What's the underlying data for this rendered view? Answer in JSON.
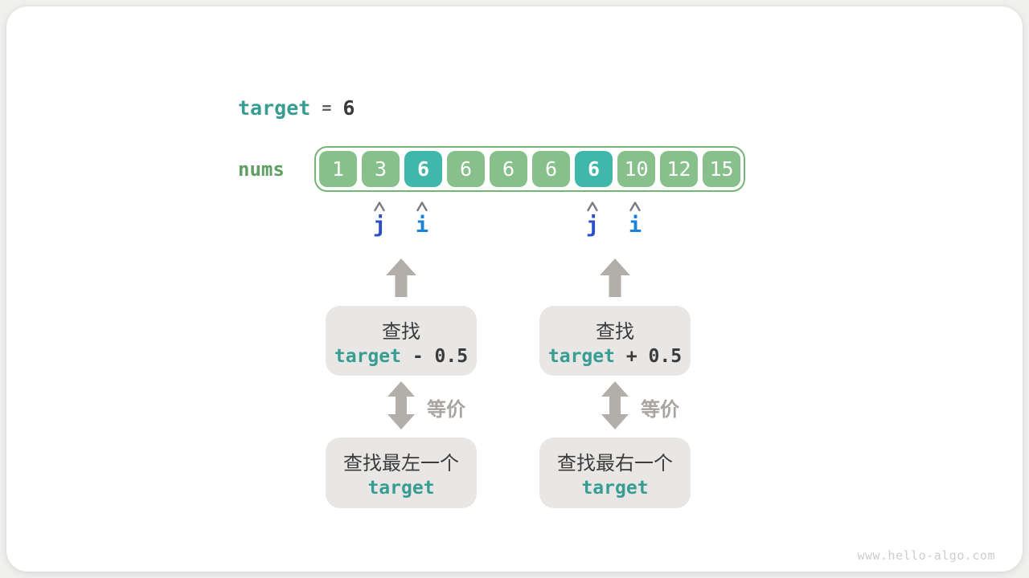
{
  "page": {
    "watermark": "www.hello-algo.com"
  },
  "colors": {
    "accent_teal": "#379c92",
    "cell_green": "#88c08b",
    "cell_highlight_teal": "#40b7ab",
    "array_border_green": "#72b675",
    "nums_label_green": "#5da061",
    "pointer_j_blue": "#2c4ec9",
    "pointer_i_blue": "#1b82d9",
    "arrow_gray": "#b2afab",
    "box_gray": "#e8e7e5"
  },
  "target_line": {
    "code": "target",
    "equals": "=",
    "value": "6"
  },
  "array": {
    "label": "nums",
    "cells": [
      {
        "value": "1",
        "state": "normal"
      },
      {
        "value": "3",
        "state": "normal"
      },
      {
        "value": "6",
        "state": "highlighted"
      },
      {
        "value": "6",
        "state": "normal"
      },
      {
        "value": "6",
        "state": "normal"
      },
      {
        "value": "6",
        "state": "normal"
      },
      {
        "value": "6",
        "state": "highlighted"
      },
      {
        "value": "10",
        "state": "normal"
      },
      {
        "value": "12",
        "state": "normal"
      },
      {
        "value": "15",
        "state": "normal"
      }
    ]
  },
  "pointers": [
    {
      "label": "j"
    },
    {
      "label": "i"
    },
    {
      "label": "j"
    },
    {
      "label": "i"
    }
  ],
  "left_flow": {
    "search_box": {
      "line1": "查找",
      "code": "target",
      "op": "- 0.5"
    },
    "equiv_label": "等价",
    "result_box": {
      "line1": "查找最左一个",
      "code": "target"
    }
  },
  "right_flow": {
    "search_box": {
      "line1": "查找",
      "code": "target",
      "op": "+ 0.5"
    },
    "equiv_label": "等价",
    "result_box": {
      "line1": "查找最右一个",
      "code": "target"
    }
  }
}
